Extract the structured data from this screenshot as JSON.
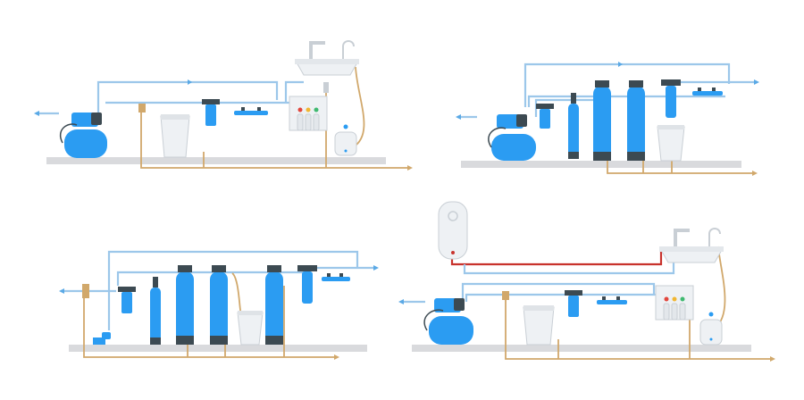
{
  "colors": {
    "background": "#ffffff",
    "floor": "#d9dadd",
    "pipe_cold": "#9cc7ea",
    "pipe_arrow": "#5aa9e6",
    "pipe_drain": "#d1a86b",
    "pipe_hot": "#c8322c",
    "tank_blue": "#2b9cf2",
    "tank_dark": "#3c4a52",
    "appliance_white": "#eef1f4",
    "appliance_edge": "#c9cfd5",
    "filter_red": "#e2463c",
    "filter_yellow": "#f1b631",
    "filter_green": "#3fb970"
  },
  "scenes": [
    {
      "id": "pump-softener-sink-ro",
      "components": [
        "pump-tank",
        "sediment-filter",
        "salt-tank",
        "cartridge-filter",
        "uv-lamp",
        "sink-faucet",
        "ro-system",
        "storage-tank"
      ]
    },
    {
      "id": "pump-aeration-two-columns",
      "components": [
        "pump-tank",
        "cartridge-filter",
        "oxygen-cylinder",
        "filter-column",
        "filter-column",
        "big-cartridge",
        "uv-lamp",
        "salt-tank"
      ]
    },
    {
      "id": "well-three-columns",
      "components": [
        "well-intake",
        "cartridge-filter",
        "oxygen-cylinder",
        "filter-column",
        "filter-column",
        "filter-column",
        "salt-tank",
        "big-cartridge",
        "uv-lamp"
      ]
    },
    {
      "id": "boiler-pump-sink-ro",
      "components": [
        "water-heater",
        "pump-tank",
        "salt-tank",
        "cartridge-filter",
        "uv-lamp",
        "sink-faucet",
        "ro-system",
        "storage-tank"
      ]
    }
  ]
}
